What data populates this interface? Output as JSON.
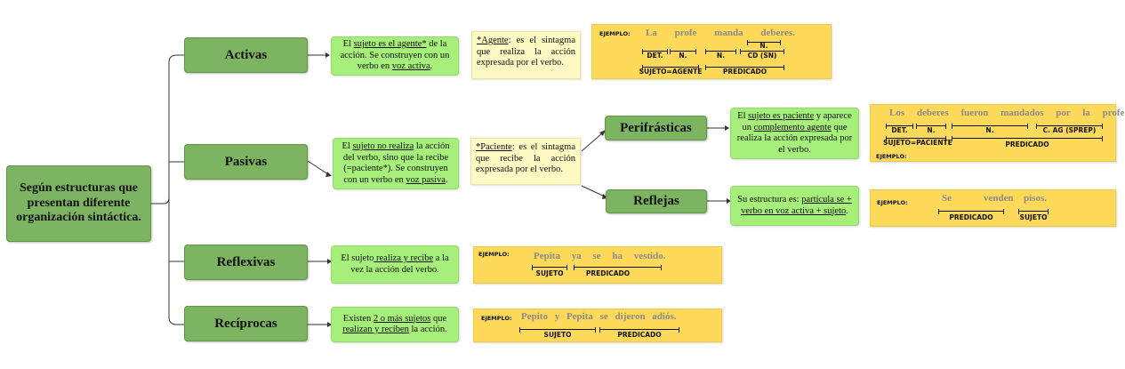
{
  "root": {
    "label": "Según estructuras que presentan diferente organización sintáctica."
  },
  "branches": {
    "activas": {
      "title": "Activas",
      "desc": {
        "p1": "El ",
        "u1": "sujeto es el agente*",
        "p2": " de la acción. Se construyen con un verbo en ",
        "u2": "voz activa",
        "p3": "."
      },
      "note": {
        "term": "*Agente",
        "rest": ": es el sintagma que realiza la acción expresada por el verbo."
      },
      "example": {
        "label": "EJEMPLO:",
        "sentence": "La profe manda deberes.",
        "labels": {
          "det": "DET.",
          "n1": "N.",
          "n2": "N.",
          "n3": "N.",
          "cd": "CD (SN)",
          "suj": "SUJETO=AGENTE",
          "pred": "PREDICADO"
        }
      }
    },
    "pasivas": {
      "title": "Pasivas",
      "desc": {
        "p1": "El ",
        "u1": "sujeto no realiza",
        "p2": " la acción del verbo, sino que la recibe (=paciente*). Se construyen con un verbo en ",
        "u2": "voz pasiva",
        "p3": "."
      },
      "note": {
        "term": "*Paciente",
        "rest": ": es el sintagma que recibe la acción expresada por el verbo."
      },
      "sub": {
        "perifrasticas": {
          "title": "Perifrásticas",
          "desc": {
            "p1": "El ",
            "u1": "sujeto es paciente",
            "p2": " y aparece un ",
            "u2": "complemento agente",
            "p3": " que realiza la acción expresada por el verbo."
          },
          "example": {
            "label": "EJEMPLO:",
            "sentence": "Los deberes fueron mandados por la profe.",
            "labels": {
              "det": "DET.",
              "n1": "N.",
              "n2": "N.",
              "cag": "C. AG (SPREP)",
              "suj": "SUJETO=PACIENTE",
              "pred": "PREDICADO"
            }
          }
        },
        "reflejas": {
          "title": "Reflejas",
          "desc": {
            "p1": "Su estructura es: ",
            "u1": "partícula se + verbo en voz activa + sujeto",
            "p2": "."
          },
          "example": {
            "label": "EJEMPLO:",
            "w1": "Se",
            "w2": "venden",
            "w3": "pisos.",
            "labels": {
              "pred": "PREDICADO",
              "suj": "SUJETO"
            }
          }
        }
      }
    },
    "reflexivas": {
      "title": "Reflexivas",
      "desc": {
        "p1": "El sujeto",
        "u1": " realiza y recibe",
        "p2": " a la vez la acción del verbo."
      },
      "example": {
        "label": "EJEMPLO:",
        "sentence": "Pepita ya se ha vestido.",
        "labels": {
          "suj": "SUJETO",
          "pred": "PREDICADO"
        }
      }
    },
    "reciprocas": {
      "title": "Recíprocas",
      "desc": {
        "p1": "Existen ",
        "u1": "2 o más sujetos",
        "p2": " que ",
        "u2": "realizan y reciben",
        "p3": " la acción."
      },
      "example": {
        "label": "EJEMPLO:",
        "sentence": "Pepito y Pepita se dijeron adiós.",
        "labels": {
          "suj": "SUJETO",
          "pred": "PREDICADO"
        }
      }
    }
  },
  "colors": {
    "green_dark": "#7cb462",
    "green_light": "#a6ef7a",
    "yellow_note": "#fffac4",
    "yellow_example": "#ffd95a"
  }
}
